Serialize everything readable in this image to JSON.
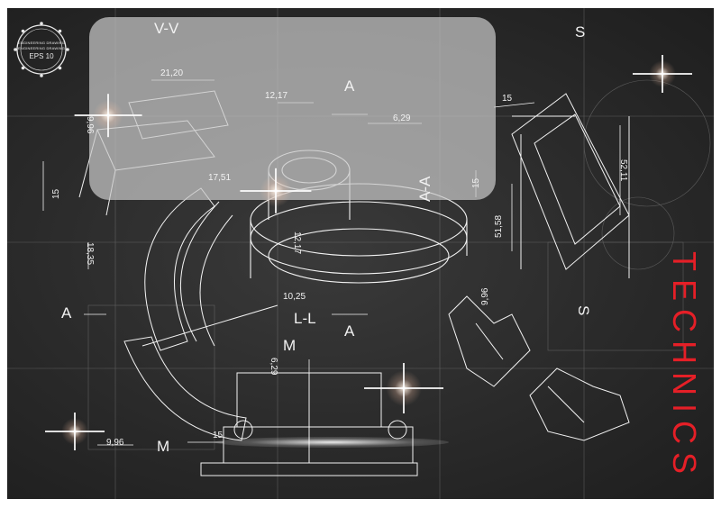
{
  "badge": {
    "line1": "ENGINEERING DRAWING",
    "line2": "ENGINEERING DRAWING",
    "line3": "EPS 10",
    "icon": "gear-seal-icon"
  },
  "panel": {
    "title": "V-V"
  },
  "side_text": "TECHNICS",
  "section_marks": {
    "s_top": "S",
    "s_bottom": "S",
    "a_top": "A",
    "a_bottom": "A",
    "a_left": "A",
    "a_section": "A-A",
    "l_section": "L-L",
    "m_top": "M",
    "m_bottom": "M"
  },
  "dimensions": {
    "d1": "21,20",
    "d2": "9,96",
    "d3": "12,17",
    "d4": "6,29",
    "d5": "17,51",
    "d6": "15",
    "d7": "15",
    "d8": "15",
    "d9": "51,58",
    "d10": "52,11",
    "d11": "18,35",
    "d12": "12,17",
    "d13": "10,25",
    "d14": "9,96",
    "d15": "6,29",
    "d16": "9,96",
    "d17": "15"
  },
  "colors": {
    "background": "#2a2a2a",
    "lines": "#f2f2f2",
    "panel": "#c8c8c8",
    "accent": "#e51f27"
  }
}
